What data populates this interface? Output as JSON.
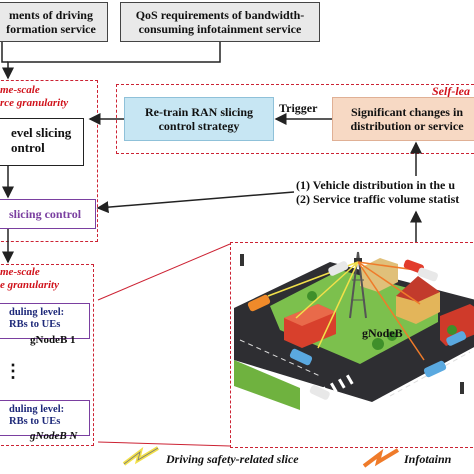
{
  "top": {
    "left_box": {
      "line1": "ments of driving",
      "line2": "formation service"
    },
    "right_box": {
      "line1": "QoS requirements of bandwidth-",
      "line2": "consuming infotainment service"
    }
  },
  "large_timescale": {
    "line1": "me-scale",
    "line2": "rce granularity"
  },
  "self_learning": {
    "label": "Self-lea"
  },
  "retrain_box": {
    "line1": "Re-train RAN slicing",
    "line2": "control strategy"
  },
  "trigger": {
    "label": "Trigger"
  },
  "changes_box": {
    "line1": "Significant changes in",
    "line2": "distribution or service"
  },
  "slicing_level_box": {
    "line1": "evel slicing",
    "line2": "ontrol"
  },
  "slicing_control_box": {
    "label": "slicing control"
  },
  "observations": {
    "line1": "(1) Vehicle distribution in the u",
    "line2": "(2) Service traffic volume statist"
  },
  "small_timescale": {
    "line1": "me-scale",
    "line2": "e granularity"
  },
  "scheduling": [
    {
      "line1": "duling level:",
      "line2": "RBs to UEs",
      "node": "gNodeB 1"
    },
    {
      "line1": "duling level:",
      "line2": "RBs to UEs",
      "node": "gNodeB N"
    }
  ],
  "ellipsis": "⋮",
  "scene": {
    "gnodeb_label": "gNodeB"
  },
  "legend": {
    "driving": "Driving safety-related slice",
    "infotainment": "Infotainn"
  },
  "colors": {
    "accent_red": "#d0121b",
    "retrain_fill": "#c7e6f3",
    "changes_fill": "#f7d9c4",
    "purple": "#7a3fa0",
    "driving_slice": "#f2e04a",
    "infotainment_slice": "#ef7b2a"
  }
}
